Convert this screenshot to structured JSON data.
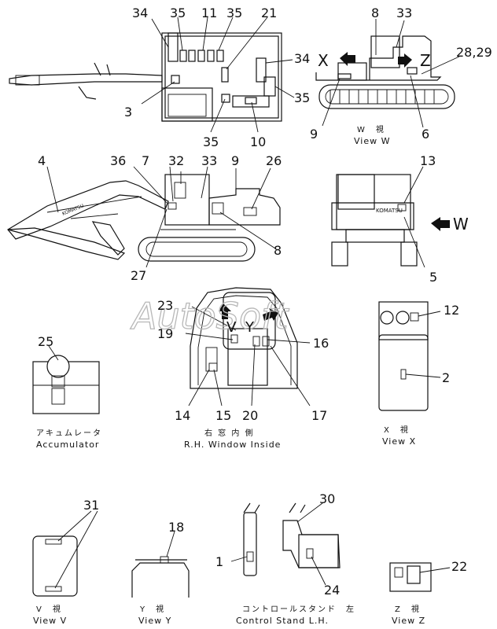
{
  "watermark": "AutoSoft",
  "callouts": {
    "n1": "1",
    "n2": "2",
    "n3": "3",
    "n4": "4",
    "n5": "5",
    "n6": "6",
    "n7": "7",
    "n8": "8",
    "n8b": "8",
    "n9": "9",
    "n9b": "9",
    "n10": "10",
    "n11": "11",
    "n12": "12",
    "n13": "13",
    "n14": "14",
    "n15": "15",
    "n16": "16",
    "n17": "17",
    "n18": "18",
    "n19": "19",
    "n20": "20",
    "n21": "21",
    "n22": "22",
    "n23": "23",
    "n24": "24",
    "n25": "25",
    "n26": "26",
    "n27": "27",
    "n2829": "28,29",
    "n30": "30",
    "n31": "31",
    "n32": "32",
    "n33": "33",
    "n33b": "33",
    "n34": "34",
    "n34b": "34",
    "n35a": "35",
    "n35b": "35",
    "n35c": "35",
    "n35d": "35",
    "n36": "36"
  },
  "view_letters": {
    "x": "X",
    "z": "Z",
    "v": "V",
    "y": "Y",
    "w": "W"
  },
  "brand": "KOMATSU",
  "captions": {
    "view_w_jp": "W　視",
    "view_w": "View W",
    "view_x_jp": "X　視",
    "view_x": "View X",
    "accumulator_jp": "アキュムレータ",
    "accumulator": "Accumulator",
    "window_jp": "右 窓 内 側",
    "window": "R.H. Window  Inside",
    "view_v_jp": "V　視",
    "view_v": "View V",
    "view_y_jp": "Y　視",
    "view_y": "View Y",
    "control_jp": "コントロールスタンド　左",
    "control": "Control  Stand  L.H.",
    "view_z_jp": "Z　視",
    "view_z": "View Z"
  }
}
